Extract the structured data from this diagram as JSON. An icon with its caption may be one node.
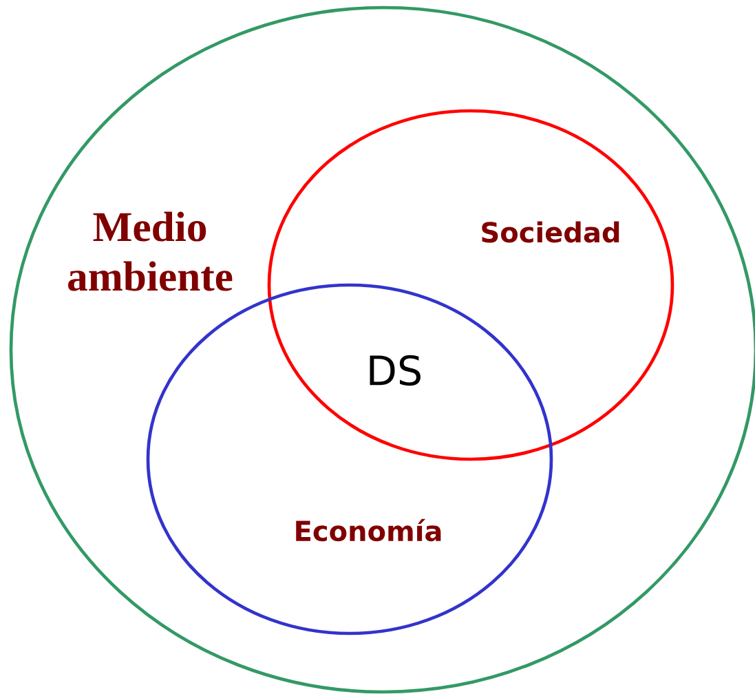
{
  "diagram": {
    "nodes": [
      {
        "text": [
          "Medio ambiente"
        ]
      },
      {
        "text": [
          "Sociedad"
        ],
        "in": 0
      },
      {
        "text": [
          "Economía"
        ],
        "in": 0
      }
    ],
    "labels": [
      "DS"
    ]
  }
}
